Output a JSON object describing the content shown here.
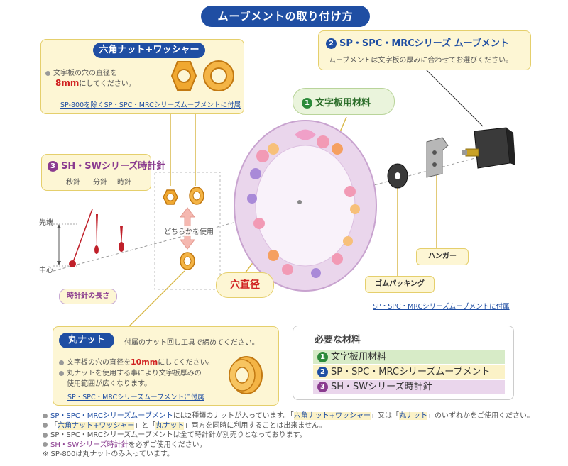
{
  "title": "ムーブメントの取り付け方",
  "hex_nut": {
    "heading": "六角ナット+ワッシャー",
    "line1": "文字板の穴の直径を",
    "size": "8mm",
    "line2": "にしてください。",
    "footnote": "SP-800を除くSP・SPC・MRCシリーズムーブメントに付属"
  },
  "movement": {
    "num": "2",
    "heading": "SP・SPC・MRCシリーズ ムーブメント",
    "note": "ムーブメントは文字板の厚みに合わせてお選びください。"
  },
  "dial": {
    "num": "1",
    "label": "文字板用材料"
  },
  "hands": {
    "num": "3",
    "heading": "SH・SWシリーズ時計針",
    "second": "秒針",
    "minute": "分針",
    "hour": "時針",
    "tip_label": "先端",
    "center_label": "中心",
    "length_label": "時計針の長さ"
  },
  "either": "どちらかを使用",
  "hole_label": "穴直径",
  "gasket_label": "ゴムパッキング",
  "hanger_label": "ハンガー",
  "parts_note": "SP・SPC・MRCシリーズムーブメントに付属",
  "round_nut": {
    "heading": "丸ナット",
    "intro": "付属のナット回し工具で締めてください。",
    "line1a": "文字板の穴の直径を",
    "size": "10mm",
    "line1b": "にしてください。",
    "line2": "丸ナットを使用する事により文字板厚みの",
    "line3": "使用範囲が広くなります。",
    "footnote": "SP・SPC・MRCシリーズムーブメントに付属"
  },
  "required": {
    "title": "必要な材料",
    "items": [
      {
        "num": "1",
        "label": "文字板用材料"
      },
      {
        "num": "2",
        "label": "SP・SPC・MRCシリーズムーブメント"
      },
      {
        "num": "3",
        "label": "SH・SWシリーズ時計針"
      }
    ]
  },
  "notes": [
    {
      "a": "SP・SPC・MRCシリーズムーブメント",
      "b": "には2種類のナットが入っています。「",
      "c": "六角ナット+ワッシャー",
      "d": "」又は「",
      "e": "丸ナット",
      "f": "」のいずれかをご使用ください。"
    },
    {
      "a": "「",
      "b": "六角ナット+ワッシャー",
      "c": "」と「",
      "d": "丸ナット",
      "e": "」両方を同時に利用することは出来ません。"
    },
    {
      "a": "SP・SPC・MRCシリーズムーブメントは全て時計針が別売りとなっております。"
    },
    {
      "a": "SH・SWシリーズ時計針",
      "b": "を必ずご使用ください。"
    },
    {
      "a": "※ SP-800は丸ナットのみ入っています。"
    }
  ],
  "colors": {
    "brand_blue": "#1f4ea3",
    "green": "#2c8a3a",
    "purple": "#8a3b8f",
    "red": "#d02020",
    "callout_bg": "#fdf6d4"
  }
}
